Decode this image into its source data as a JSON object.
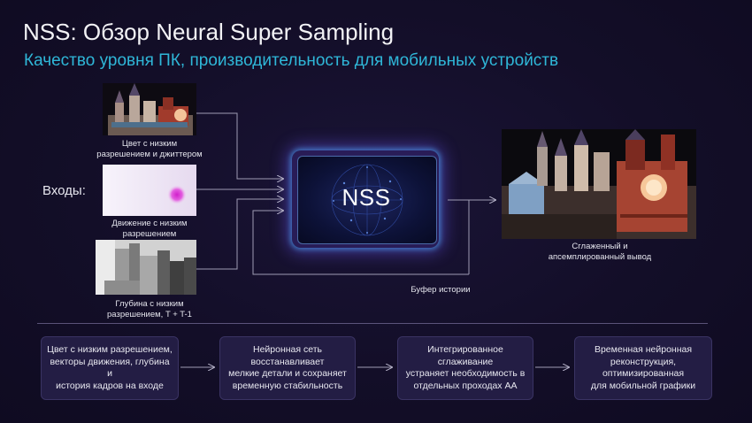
{
  "header": {
    "title": "NSS: Обзор Neural Super Sampling",
    "subtitle": "Качество уровня ПК, производительность для мобильных устройств"
  },
  "inputs": {
    "label": "Входы:",
    "items": [
      {
        "caption_line1": "Цвет с низким",
        "caption_line2": "разрешением и джиттером"
      },
      {
        "caption_line1": "Движение с низким",
        "caption_line2": "разрешением"
      },
      {
        "caption_line1": "Глубина с низким",
        "caption_line2": "разрешением, T + T-1"
      }
    ]
  },
  "nss": {
    "label": "NSS"
  },
  "output": {
    "caption_line1": "Сглаженный и",
    "caption_line2": "апсемплированный вывод"
  },
  "history": {
    "label": "Буфер истории"
  },
  "steps": [
    {
      "line1": "Цвет с низким разрешением,",
      "line2": "векторы движения, глубина и",
      "line3": "история кадров на входе"
    },
    {
      "line1": "Нейронная сеть восстанавливает",
      "line2": "мелкие детали и сохраняет",
      "line3": "временную стабильность"
    },
    {
      "line1": "Интегрированное сглаживание",
      "line2": "устраняет необходимость в",
      "line3": "отдельных проходах AA"
    },
    {
      "line1": "Временная нейронная",
      "line2": "реконструкция, оптимизированная",
      "line3": "для мобильной графики"
    }
  ],
  "colors": {
    "background": "#130e28",
    "subtitle": "#2fb7d8",
    "step_box": "#231d44",
    "nss_glow": "#6e5aff"
  }
}
